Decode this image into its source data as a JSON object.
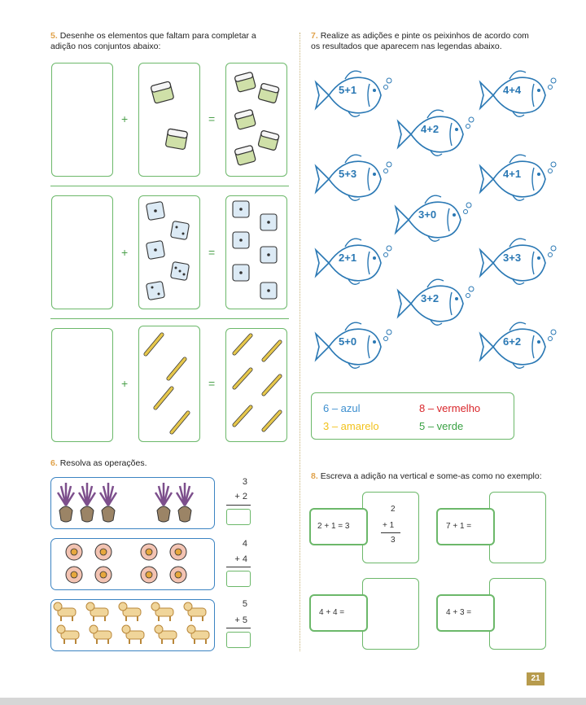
{
  "ex5": {
    "number": "5.",
    "text_l1": "Desenhe os elementos que faltam para completar a",
    "text_l2": "adição nos conjuntos abaixo:",
    "plus": "+",
    "equals": "="
  },
  "ex7": {
    "number": "7.",
    "text_l1": "Realize as adições e pinte os peixinhos de acordo com",
    "text_l2": "os resultados que aparecem nas legendas abaixo.",
    "fish": [
      "5+1",
      "4+4",
      "4+2",
      "5+3",
      "4+1",
      "3+0",
      "2+1",
      "3+3",
      "3+2",
      "5+0",
      "6+2"
    ]
  },
  "legend": {
    "item1": "6 – azul",
    "item2": "8 – vermelho",
    "item3": "3 – amarelo",
    "item4": "5 – verde",
    "colors": {
      "azul": "#3d8fcf",
      "vermelho": "#d9262b",
      "amarelo": "#f2c21b",
      "verde": "#39a143"
    }
  },
  "ex6": {
    "number": "6.",
    "text": "Resolva as operações.",
    "rows": [
      {
        "top": "3",
        "bottom": "+ 2"
      },
      {
        "top": "4",
        "bottom": "+ 4"
      },
      {
        "top": "5",
        "bottom": "+ 5"
      }
    ]
  },
  "ex8": {
    "number": "8.",
    "text": "Escreva a adição na vertical e some-as como no exemplo:",
    "example": {
      "eq": "2 + 1 = 3",
      "top": "2",
      "bottom": "+ 1",
      "result": "3"
    },
    "items": [
      "7 + 1 =",
      "4 + 4 =",
      "4 + 3 ="
    ]
  },
  "page_number": "21",
  "icons": [
    "eraser-icon",
    "dice-icon",
    "pencil-icon",
    "plant-icon",
    "flower-icon",
    "cat-icon",
    "fish-icon"
  ]
}
